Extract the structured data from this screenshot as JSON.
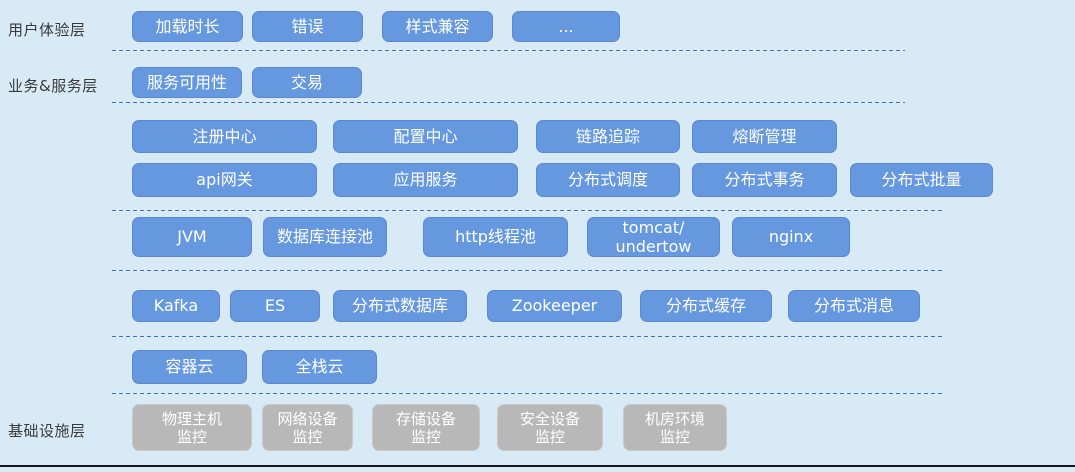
{
  "layers": {
    "user_experience": {
      "label": "用户体验层"
    },
    "business_service": {
      "label": "业务&服务层"
    },
    "infrastructure": {
      "label": "基础设施层"
    }
  },
  "rows": [
    {
      "items": [
        "加载时长",
        "错误",
        "样式兼容",
        "..."
      ]
    },
    {
      "items": [
        "服务可用性",
        "交易"
      ]
    },
    {
      "items": [
        "注册中心",
        "配置中心",
        "链路追踪",
        "熔断管理"
      ]
    },
    {
      "items": [
        "api网关",
        "应用服务",
        "分布式调度",
        "分布式事务",
        "分布式批量"
      ]
    },
    {
      "items": [
        "JVM",
        "数据库连接池",
        "http线程池",
        "tomcat/\nundertow",
        "nginx"
      ]
    },
    {
      "items": [
        "Kafka",
        "ES",
        "分布式数据库",
        "Zookeeper",
        "分布式缓存",
        "分布式消息"
      ]
    },
    {
      "items": [
        "容器云",
        "全栈云"
      ]
    },
    {
      "items": [
        "物理主机\n监控",
        "网络设备\n监控",
        "存储设备\n监控",
        "安全设备\n监控",
        "机房环境\n监控"
      ]
    }
  ],
  "colors": {
    "background": "#d9eaf7",
    "node_blue": "#6598de",
    "node_gray": "#b8b8b8",
    "node_text": "#ffffff",
    "layer_label_text": "#3a3a3a",
    "divider_dash": "#4a6fa8",
    "bottom_line": "#15151f"
  }
}
